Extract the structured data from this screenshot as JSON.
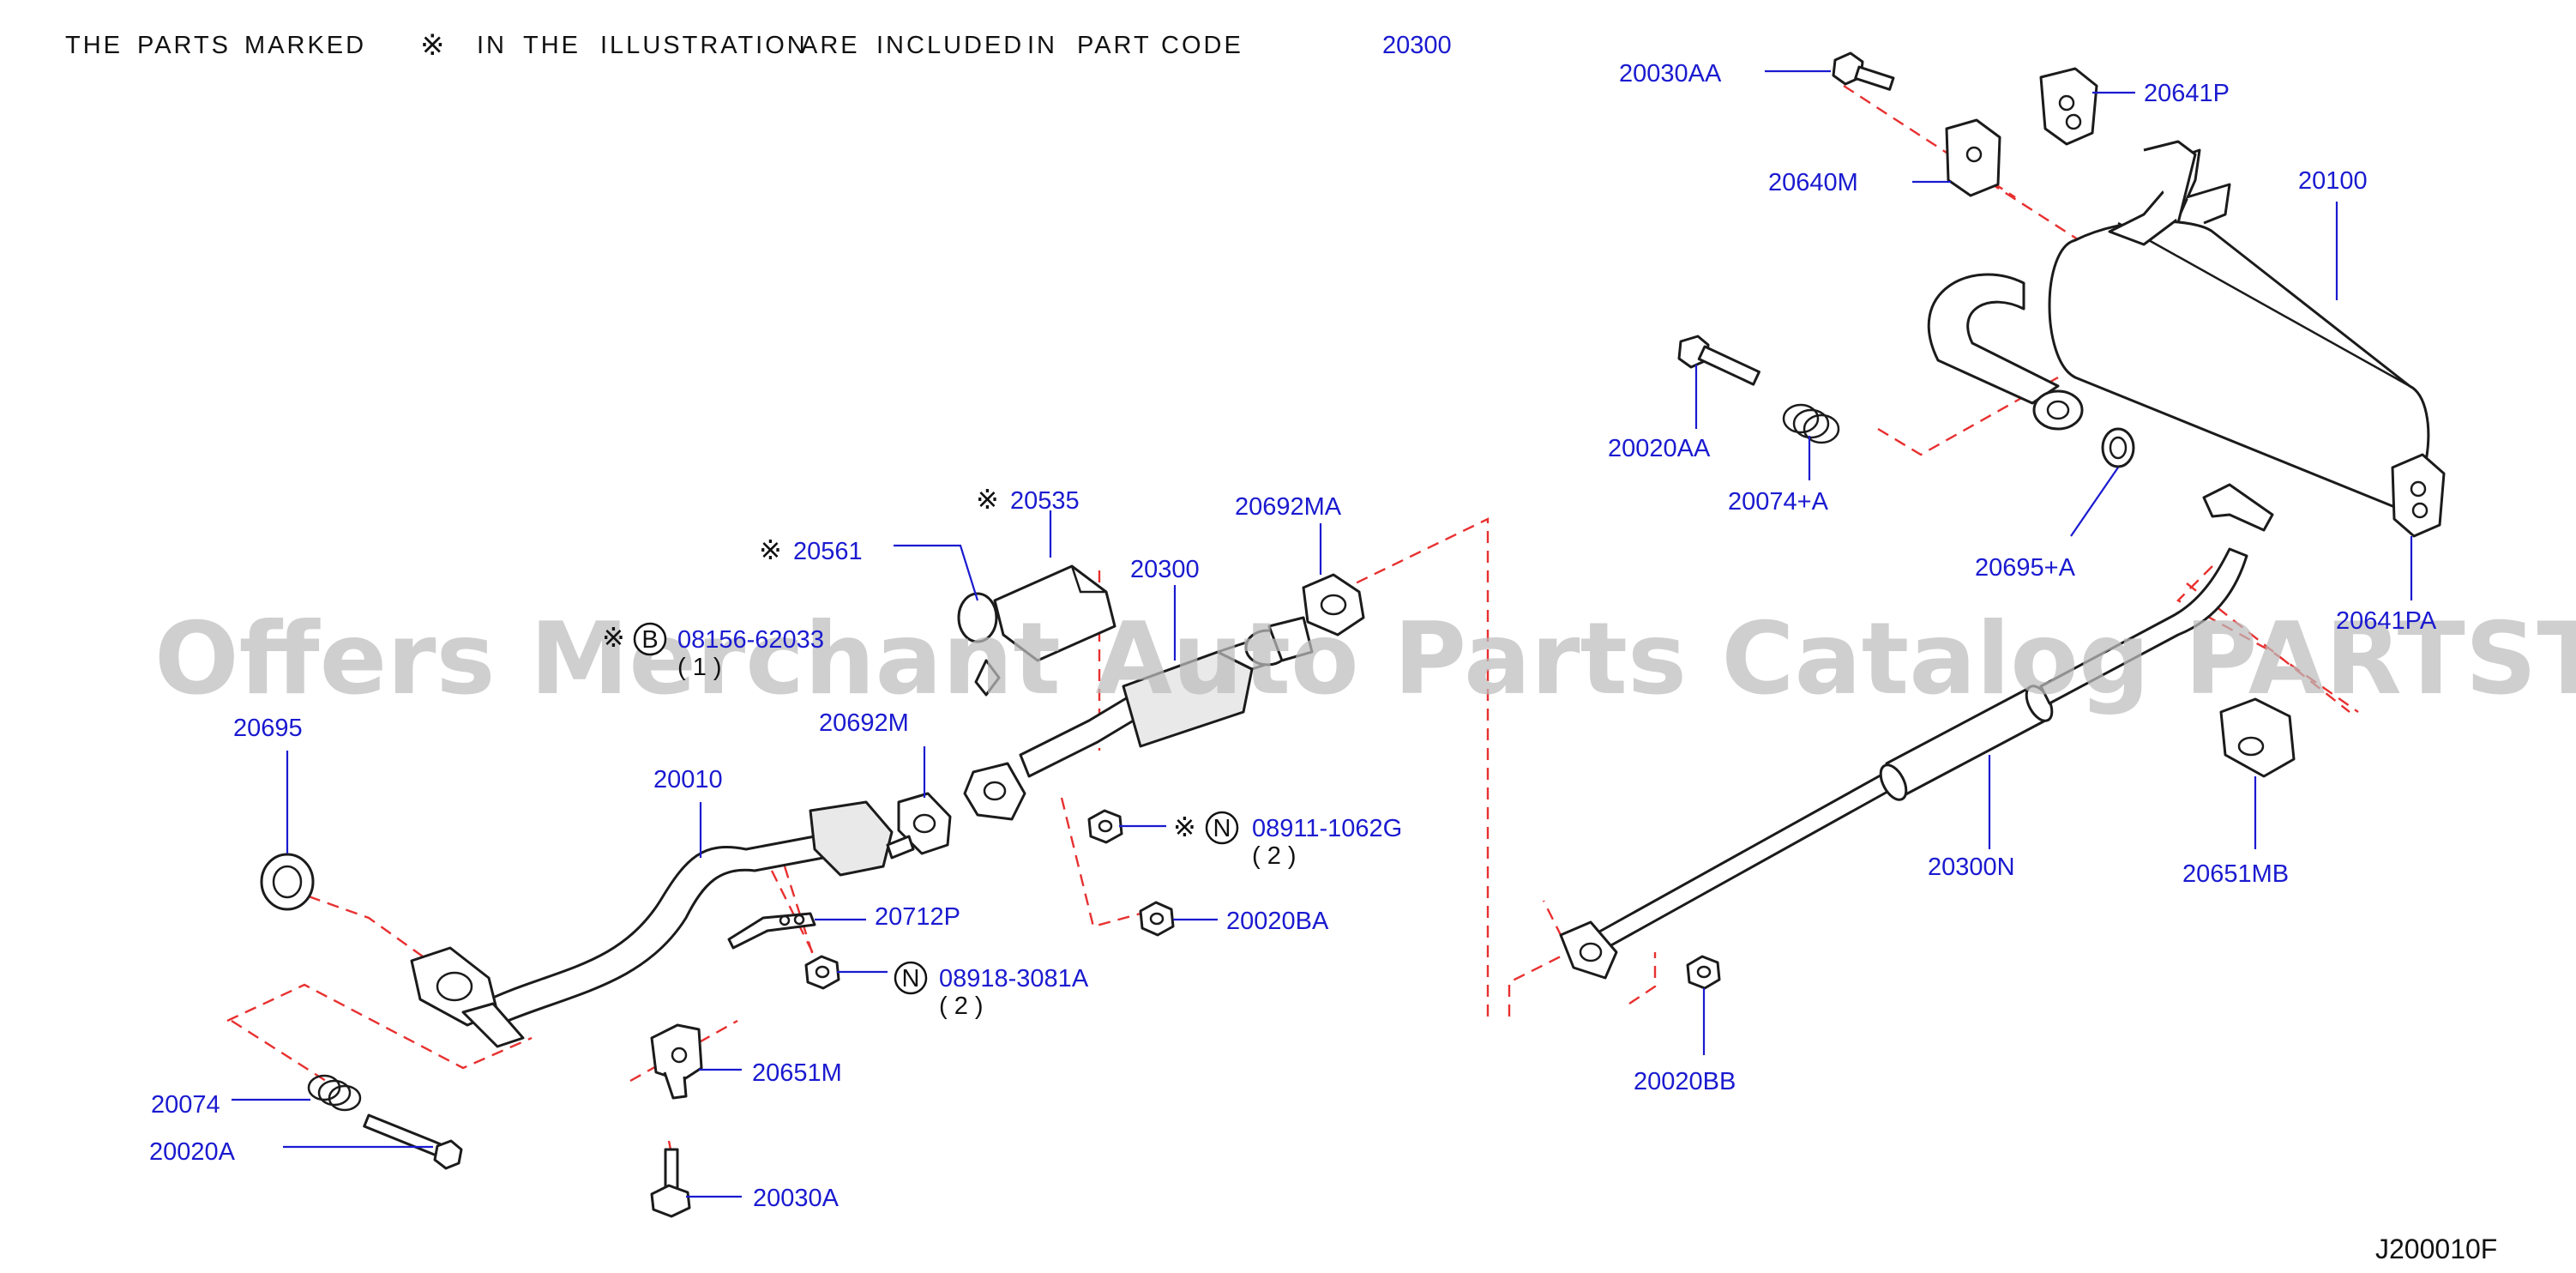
{
  "header": {
    "words": [
      "THE",
      "PARTS",
      "MARKED"
    ],
    "symbol": "※",
    "words2": [
      "IN",
      "THE",
      "ILLUSTRATION",
      "ARE",
      "INCLUDED",
      "IN",
      "PART",
      "CODE"
    ],
    "code": "20300"
  },
  "diagram_code": "J200010F",
  "watermark": "Offers Merchant Auto Parts Catalog PARTSTORE.SA",
  "colors": {
    "label": "#1a1ad0",
    "dashed_line": "#e83030",
    "outline": "#1b1b1b",
    "watermark": "#bdbdbd"
  },
  "labels": {
    "p20030AA": "20030AA",
    "p20641P": "20641P",
    "p20640M": "20640M",
    "p20100": "20100",
    "p20020AA": "20020AA",
    "p20074A": "20074+A",
    "p20695A": "20695+A",
    "p20641PA": "20641PA",
    "p20535": "20535",
    "p20561": "20561",
    "p20692MA": "20692MA",
    "p20300": "20300",
    "p08156": "08156-62033",
    "p08156q": "( 1 )",
    "p20695": "20695",
    "p20692M": "20692M",
    "p20010": "20010",
    "p08911": "08911-1062G",
    "p08911q": "( 2 )",
    "p20712P": "20712P",
    "p20020BA": "20020BA",
    "p08918": "08918-3081A",
    "p08918q": "( 2 )",
    "p20300N": "20300N",
    "p20651MB": "20651MB",
    "p20651M": "20651M",
    "p20074": "20074",
    "p20020A": "20020A",
    "p20030A": "20030A",
    "p20020BB": "20020BB"
  },
  "markers": {
    "bolt": "B",
    "nut": "N",
    "mark": "※"
  }
}
